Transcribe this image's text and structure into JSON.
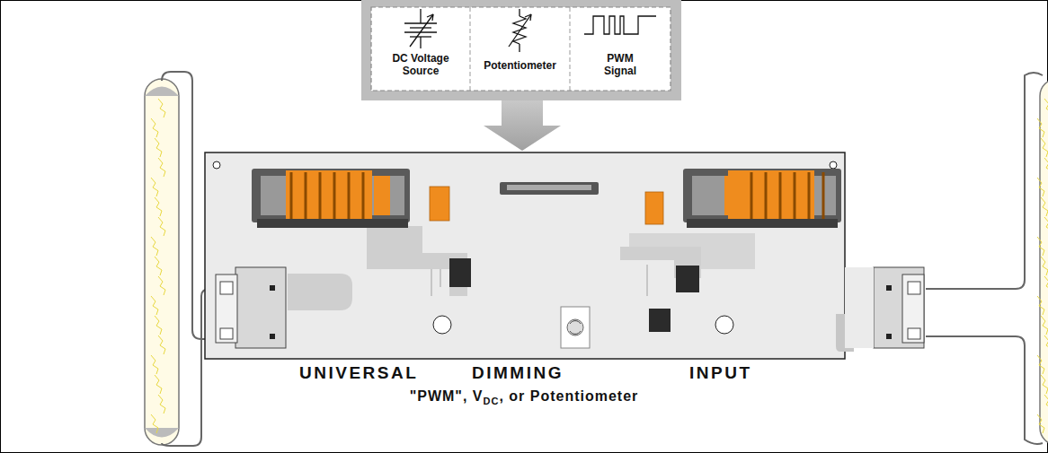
{
  "diagram": {
    "nodes": [
      {
        "text": [
          "DC Voltage Source"
        ]
      },
      {
        "text": [
          "Potentiometer"
        ]
      },
      {
        "text": [
          "PWM Signal"
        ]
      }
    ],
    "labels": [
      "UNIVERSAL",
      "DIMMING",
      "INPUT",
      "\"PWM\", V",
      "DC",
      ", or Potentiometer"
    ]
  }
}
